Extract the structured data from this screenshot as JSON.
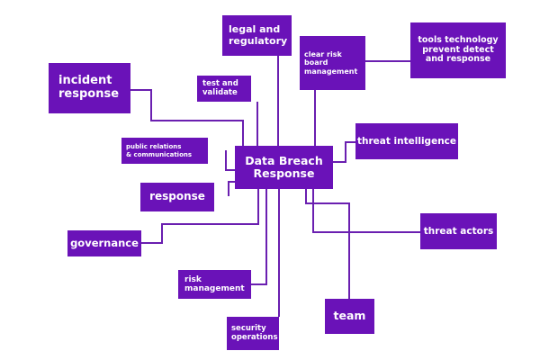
{
  "diagram": {
    "accent_color": "#6a12b8",
    "center": {
      "lines": [
        "Data Breach",
        "Response"
      ]
    },
    "nodes": {
      "legal": {
        "lines": [
          "legal and",
          "regulatory"
        ]
      },
      "clear_risk": {
        "lines": [
          "clear risk",
          "board",
          "management"
        ]
      },
      "tools": {
        "lines": [
          "tools technology",
          "prevent detect",
          "and response"
        ]
      },
      "incident": {
        "lines": [
          "incident",
          "response"
        ]
      },
      "test": {
        "lines": [
          "test and",
          "validate"
        ]
      },
      "public_relations": {
        "lines": [
          "public relations",
          "& communications"
        ]
      },
      "threat_intelligence": {
        "lines": [
          "threat intelligence"
        ]
      },
      "response": {
        "lines": [
          "response"
        ]
      },
      "threat_actors": {
        "lines": [
          "threat actors"
        ]
      },
      "governance": {
        "lines": [
          "governance"
        ]
      },
      "risk_management": {
        "lines": [
          "risk",
          "management"
        ]
      },
      "team": {
        "lines": [
          "team"
        ]
      },
      "security_operations": {
        "lines": [
          "security",
          "operations"
        ]
      }
    }
  }
}
